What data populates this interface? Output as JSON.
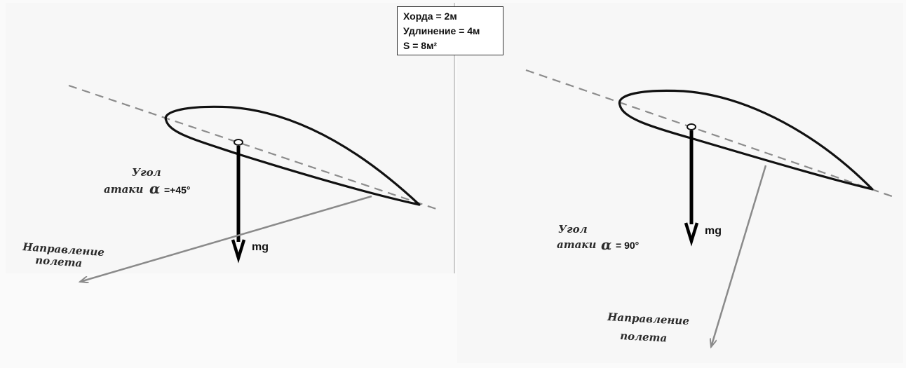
{
  "info_box": {
    "line1": "Хорда = 2м",
    "line2": "Удлинение = 4м",
    "line3": "S = 8м²"
  },
  "left_panel": {
    "angle_label_line1": "Угол",
    "angle_label_line2": "атаки",
    "alpha_symbol": "α",
    "angle_value": "=+45°",
    "weight_label": "mg",
    "direction_line1": "Направление",
    "direction_line2": "полета"
  },
  "right_panel": {
    "angle_label_line1": "Угол",
    "angle_label_line2": "атаки",
    "alpha_symbol": "α",
    "angle_value": "= 90°",
    "weight_label": "mg",
    "direction_line1": "Направление",
    "direction_line2": "полета"
  },
  "colors": {
    "airfoil": "#111111",
    "chord_line": "#8c8c8c",
    "direction_arrow": "#8a8a8a",
    "weight_arrow": "#000000"
  }
}
